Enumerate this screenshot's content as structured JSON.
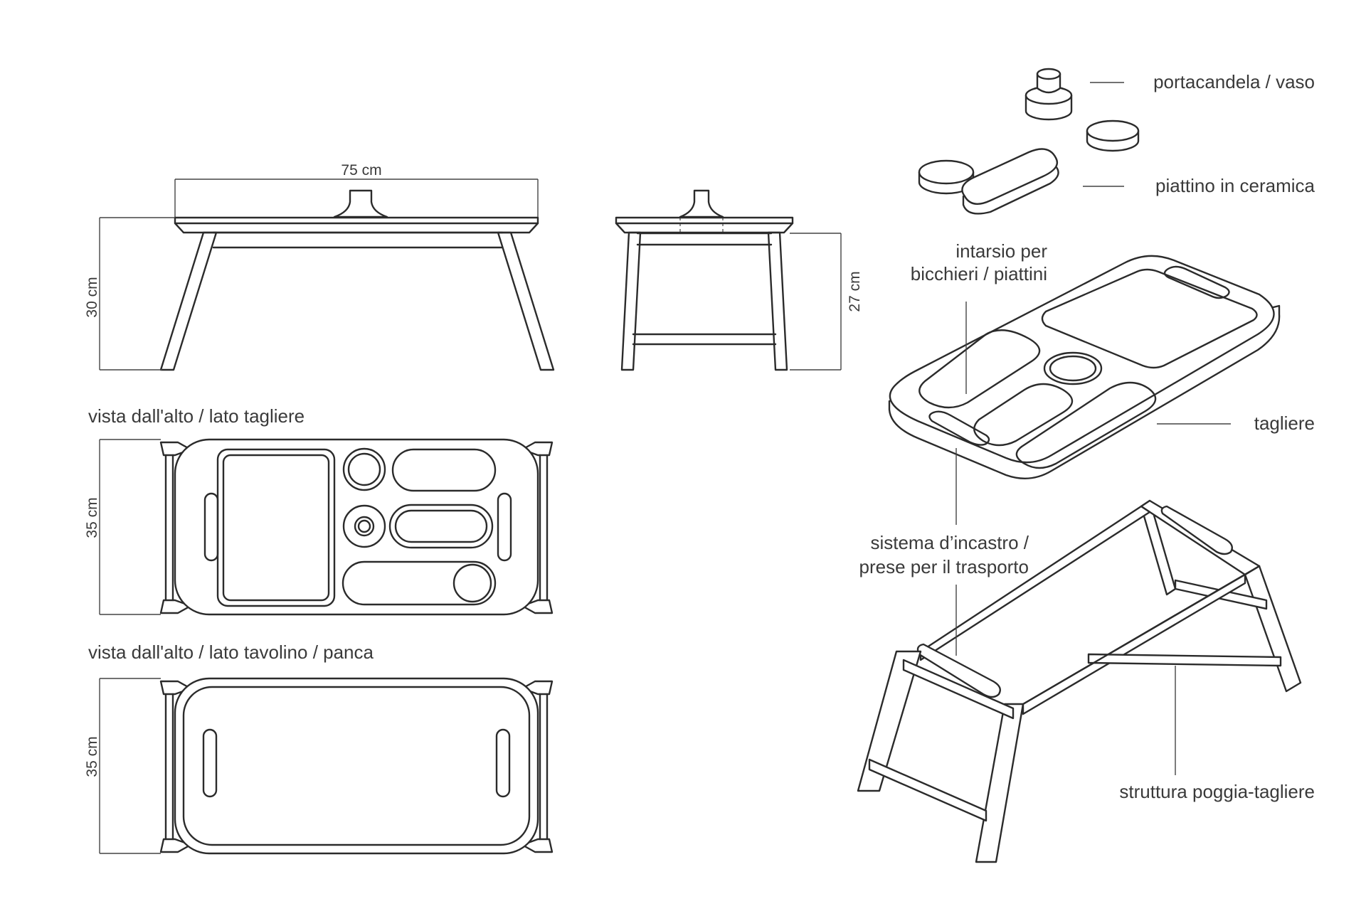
{
  "dimensions": {
    "width_75": "75 cm",
    "height_30": "30 cm",
    "height_27": "27 cm",
    "depth_35_a": "35 cm",
    "depth_35_b": "35 cm"
  },
  "views": {
    "top_cutting_board": "vista dall'alto / lato tagliere",
    "top_table_bench": "vista dall'alto / lato tavolino / panca"
  },
  "callouts": {
    "candle_vase": "portacandela / vaso",
    "ceramic_plate": "piattino in ceramica",
    "inlay_line1": "intarsio per",
    "inlay_line2": "bicchieri / piattini",
    "cutting_board": "tagliere",
    "joint_line1": "sistema d’incastro /",
    "joint_line2": "prese per il trasporto",
    "frame": "struttura poggia-tagliere"
  },
  "colors": {
    "line": "#2b2b2b",
    "text": "#3a3a3a",
    "background": "#ffffff"
  }
}
